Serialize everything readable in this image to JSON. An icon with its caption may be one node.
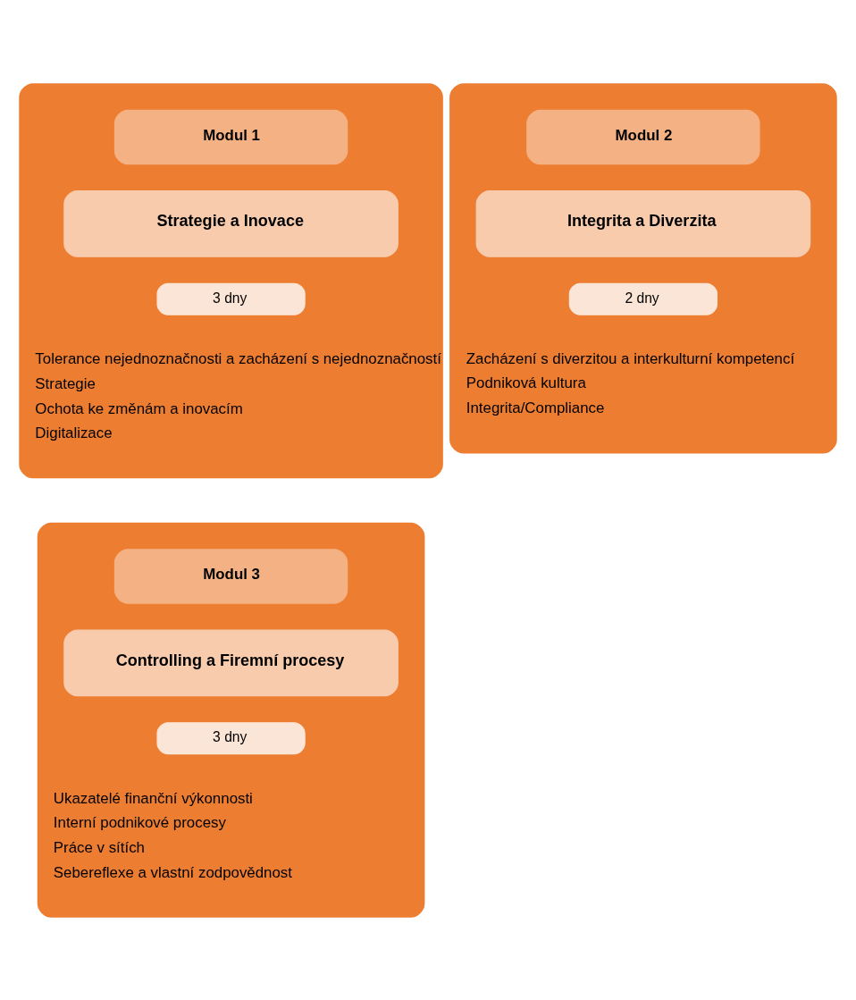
{
  "diagram": {
    "nodes": [
      {
        "text": [
          "Tolerance nejednoznačnosti a zacházení s nejednoznačností",
          "Strategie",
          "Ochota ke změnám a inovacím",
          "Digitalizace"
        ]
      },
      {
        "text": [
          "Modul 1"
        ],
        "in": 0
      },
      {
        "text": [
          "Strategie a Inovace"
        ],
        "in": 0
      },
      {
        "text": [
          "3 dny"
        ],
        "in": 0
      },
      {
        "text": [
          "Zacházení s diverzitou a interkulturní kompetencí",
          "Podniková kultura",
          "Integrita/Compliance"
        ]
      },
      {
        "text": [
          "Modul 2"
        ],
        "in": 4
      },
      {
        "text": [
          "Integrita a Diverzita"
        ],
        "in": 4
      },
      {
        "text": [
          "2 dny"
        ],
        "in": 4
      },
      {
        "text": [
          "Ukazatelé finanční výkonnosti",
          "Interní podnikové procesy",
          "Práce v sítích",
          "Sebereflexe a vlastní zodpovědnost"
        ]
      },
      {
        "text": [
          "Modul 3"
        ],
        "in": 8
      },
      {
        "text": [
          "Controlling a Firemní procesy"
        ],
        "in": 8
      },
      {
        "text": [
          "3 dny"
        ],
        "in": 8
      }
    ],
    "edges": []
  }
}
